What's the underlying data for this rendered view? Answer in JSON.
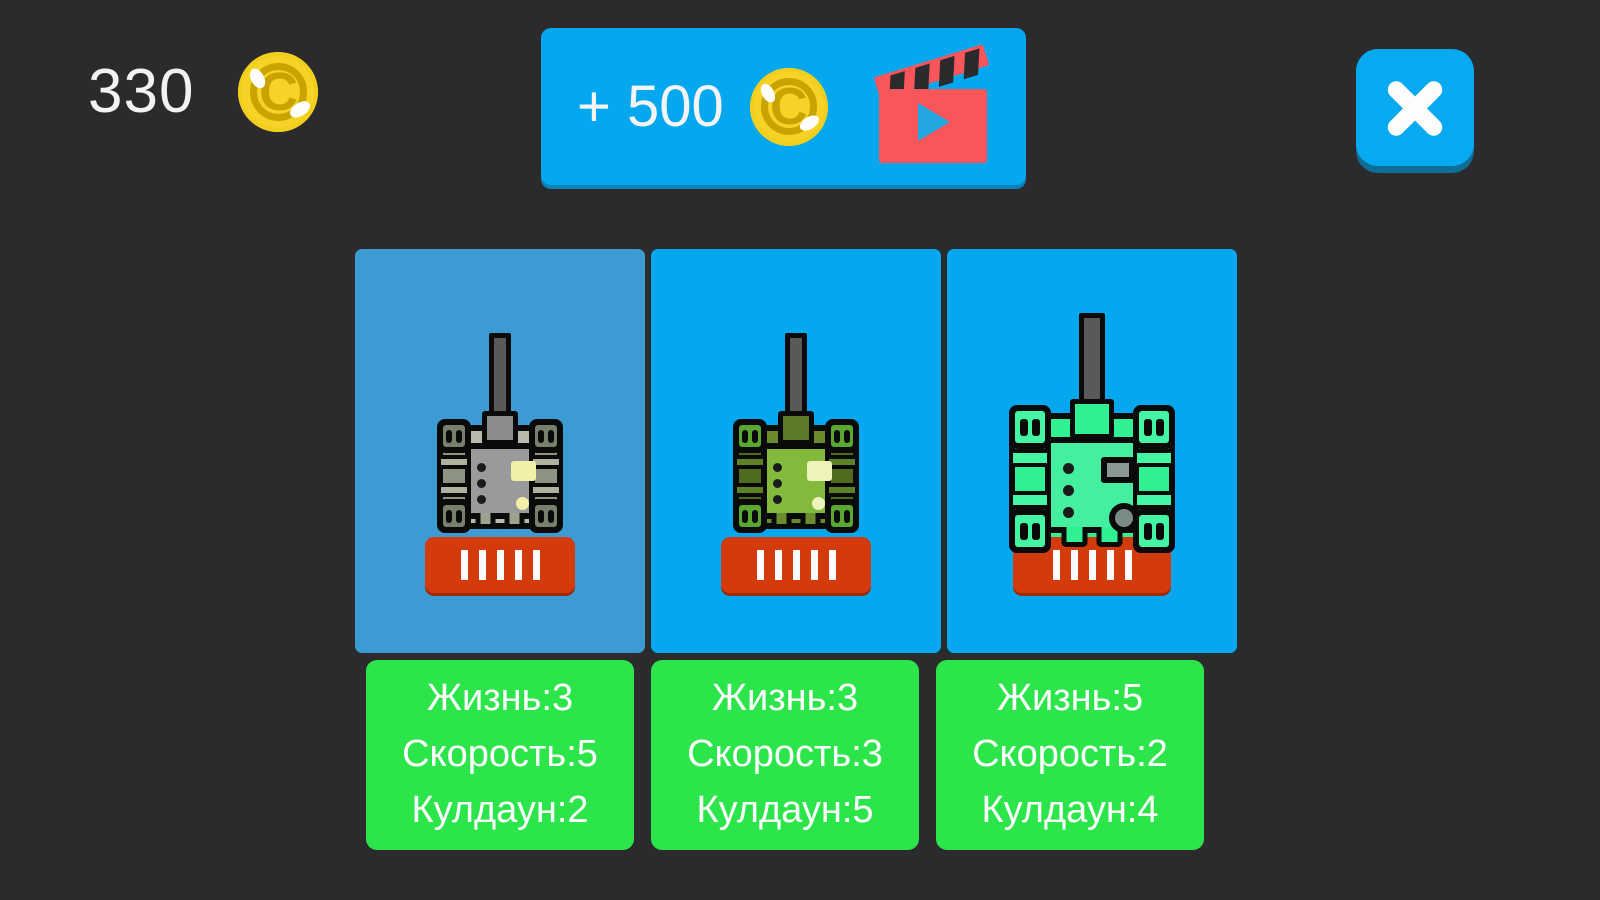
{
  "screen": {
    "name": "tank-shop",
    "background_color": "#2b2b2d"
  },
  "topbar": {
    "balance": {
      "amount": "330",
      "currency_icon": "coin-icon",
      "currency_letter": "C"
    },
    "reward_button": {
      "label": "+ 500",
      "coin_icon": "coin-icon",
      "coin_letter": "C",
      "video_icon": "clapperboard-icon",
      "background_color": "#05a7ee"
    },
    "close_button": {
      "icon": "close-icon",
      "background_color": "#07aaf0"
    }
  },
  "cards": [
    {
      "id": "tank-card-1",
      "background_color": "#3d9bd4",
      "selected": true,
      "tank": {
        "name": "gray-tank",
        "body_color": "#b8bbab",
        "body_dark": "#7c8071",
        "turret_color": "#9a9a9a",
        "tread_color": "#77806b",
        "lamp_color": "#f2f0a8",
        "size": "small"
      },
      "price_button": {
        "name": "price-button",
        "bars": 5,
        "background_color": "#d33a0c"
      }
    },
    {
      "id": "tank-card-2",
      "background_color": "#05a7ee",
      "selected": false,
      "tank": {
        "name": "green-tank",
        "body_color": "#6a8c2c",
        "body_dark": "#4e6b20",
        "turret_color": "#84ba3c",
        "tread_color": "#5aa832",
        "lamp_color": "#eff3bb",
        "size": "small"
      },
      "price_button": {
        "name": "price-button",
        "bars": 5,
        "background_color": "#d33a0c"
      }
    },
    {
      "id": "tank-card-3",
      "background_color": "#05a7ee",
      "selected": false,
      "tank": {
        "name": "spring-green-tank",
        "body_color": "#2ff193",
        "body_dark": "#26d97f",
        "turret_color": "#44f0a0",
        "tread_color": "#44f5a3",
        "lamp_color": "#8a9a92",
        "size": "large"
      },
      "price_button": {
        "name": "price-button",
        "bars": 5,
        "background_color": "#d33a0c"
      }
    }
  ],
  "stats": [
    {
      "health": "Жизнь:3",
      "speed": "Скорость:5",
      "cooldown": "Кулдаун:2"
    },
    {
      "health": "Жизнь:3",
      "speed": "Скорость:3",
      "cooldown": "Кулдаун:5"
    },
    {
      "health": "Жизнь:5",
      "speed": "Скорость:2",
      "cooldown": "Кулдаун:4"
    }
  ],
  "stat_panel_color": "#2ce54a"
}
